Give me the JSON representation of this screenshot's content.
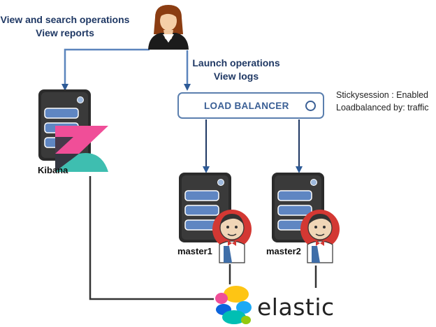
{
  "user_actions": {
    "line1": "View and search operations",
    "line2": "View reports"
  },
  "launch_actions": {
    "line1": "Launch operations",
    "line2": "View logs"
  },
  "load_balancer": {
    "label": "LOAD BALANCER",
    "sticky": "Stickysession : Enabled",
    "loadbalanced": "Loadbalanced by: traffic"
  },
  "nodes": {
    "kibana": "Kibana",
    "master1": "master1",
    "master2": "master2"
  },
  "elastic": {
    "label": "elastic"
  },
  "colors": {
    "arrow": "#3f6ea8",
    "navy": "#1f3864",
    "connector": "#333333"
  }
}
